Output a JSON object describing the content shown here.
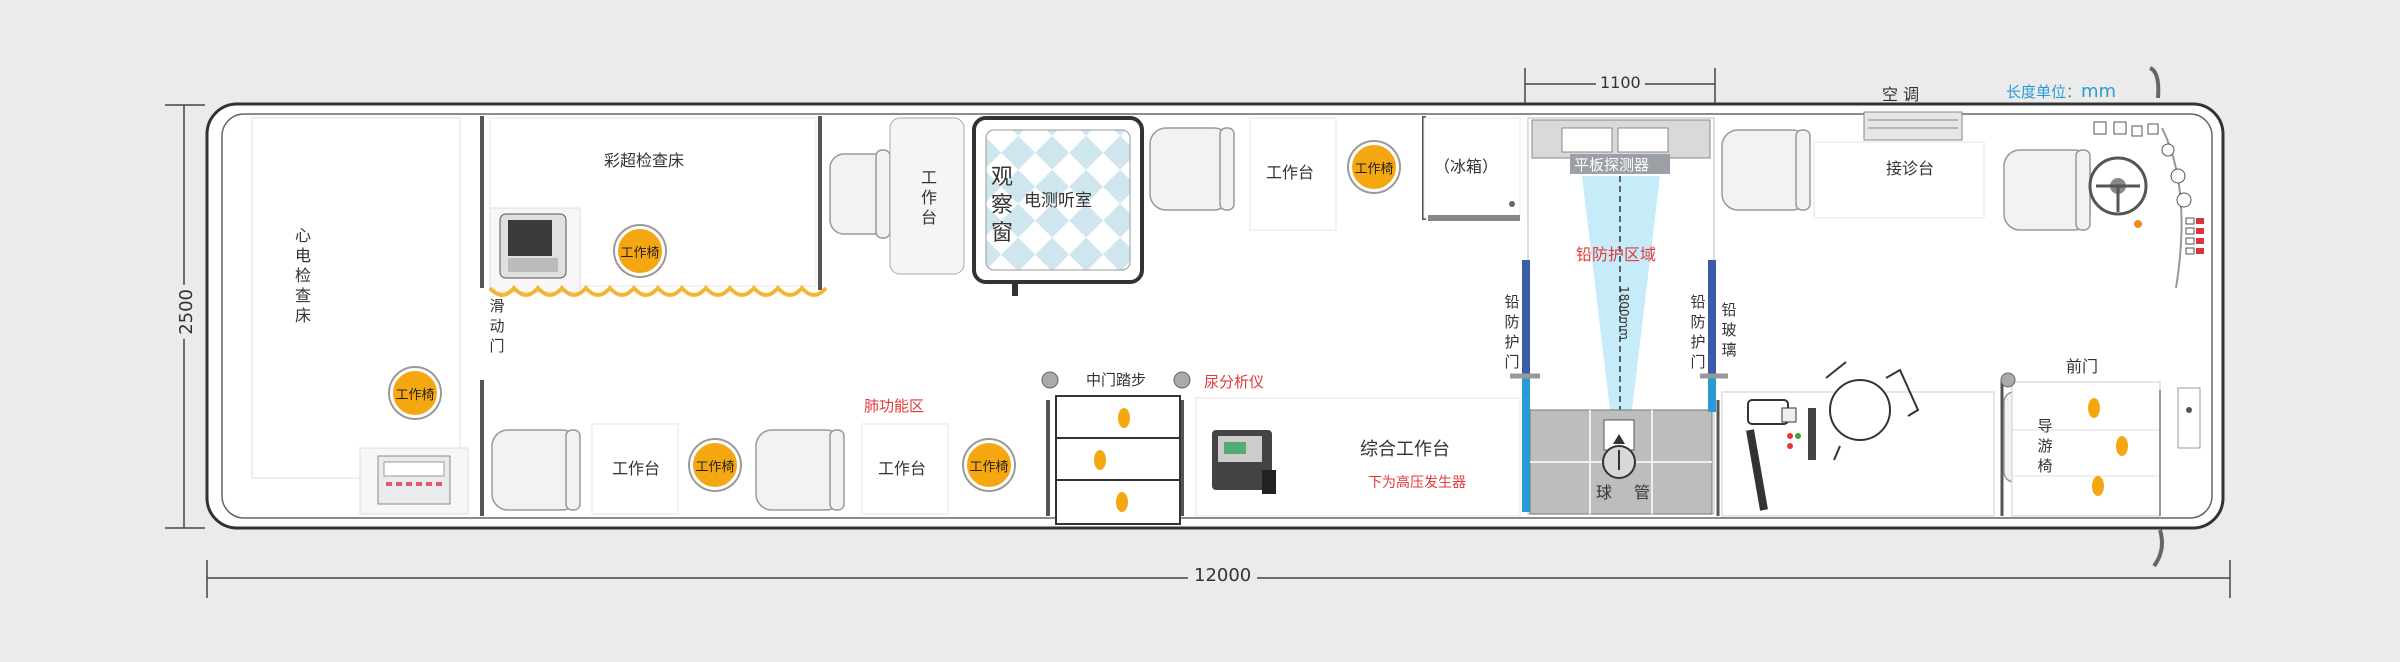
{
  "dimensions": {
    "overall_length": "12000",
    "overall_width": "2500",
    "detector_width": "1100",
    "detector_height": "1800mm",
    "unit_label": "长度单位：",
    "unit_value": "mm"
  },
  "zones": {
    "ecg_bed": "心电检查床",
    "ultrasound_bed": "彩超检查床",
    "sliding_door": "滑动门",
    "workbench_a": "工作台",
    "observation_window": "观察窗",
    "audiometry_room": "电测听室",
    "workbench_b": "工作台",
    "fridge": "（冰箱）",
    "flat_panel_detector": "平板探测器",
    "lead_protection_area": "铅防护区域",
    "lead_door_left": "铅防护门",
    "lead_door_right": "铅防护门",
    "lead_glass": "铅玻璃",
    "air_conditioner": "空 调",
    "reception_desk": "接诊台",
    "front_door": "前门",
    "guide_seat": "导游椅",
    "middle_step": "中门踏步",
    "urine_analyzer": "尿分析仪",
    "lung_function_area": "肺功能区",
    "workbench_c": "工作台",
    "workbench_d": "工作台",
    "integrated_workbench": "综合工作台",
    "hv_generator_note": "下为高压发生器",
    "tube_left": "球",
    "tube_right": "管"
  },
  "work_chair_label": "工作椅",
  "colors": {
    "chair_badge": "#f5a711",
    "wavy_curtain": "#f2b632",
    "lead_door_bar": "#3b5bab",
    "lead_glass_bar": "#2a9ad6",
    "protection_text": "#e23a3a",
    "beam": "#aee4f7"
  }
}
